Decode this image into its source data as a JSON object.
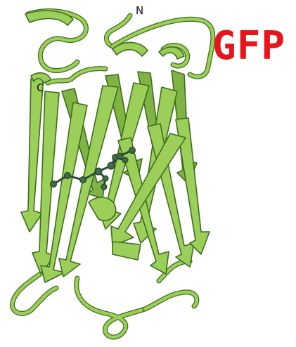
{
  "labels": {
    "title": "GFP",
    "n_terminus": "N",
    "c_terminus": "C"
  },
  "colors": {
    "title": "#e8141b",
    "ribbon_fill": "#9bcf5a",
    "ribbon_dark": "#7fb444",
    "ribbon_outline": "#3f6d1c",
    "chromophore": "#3f6b49"
  }
}
